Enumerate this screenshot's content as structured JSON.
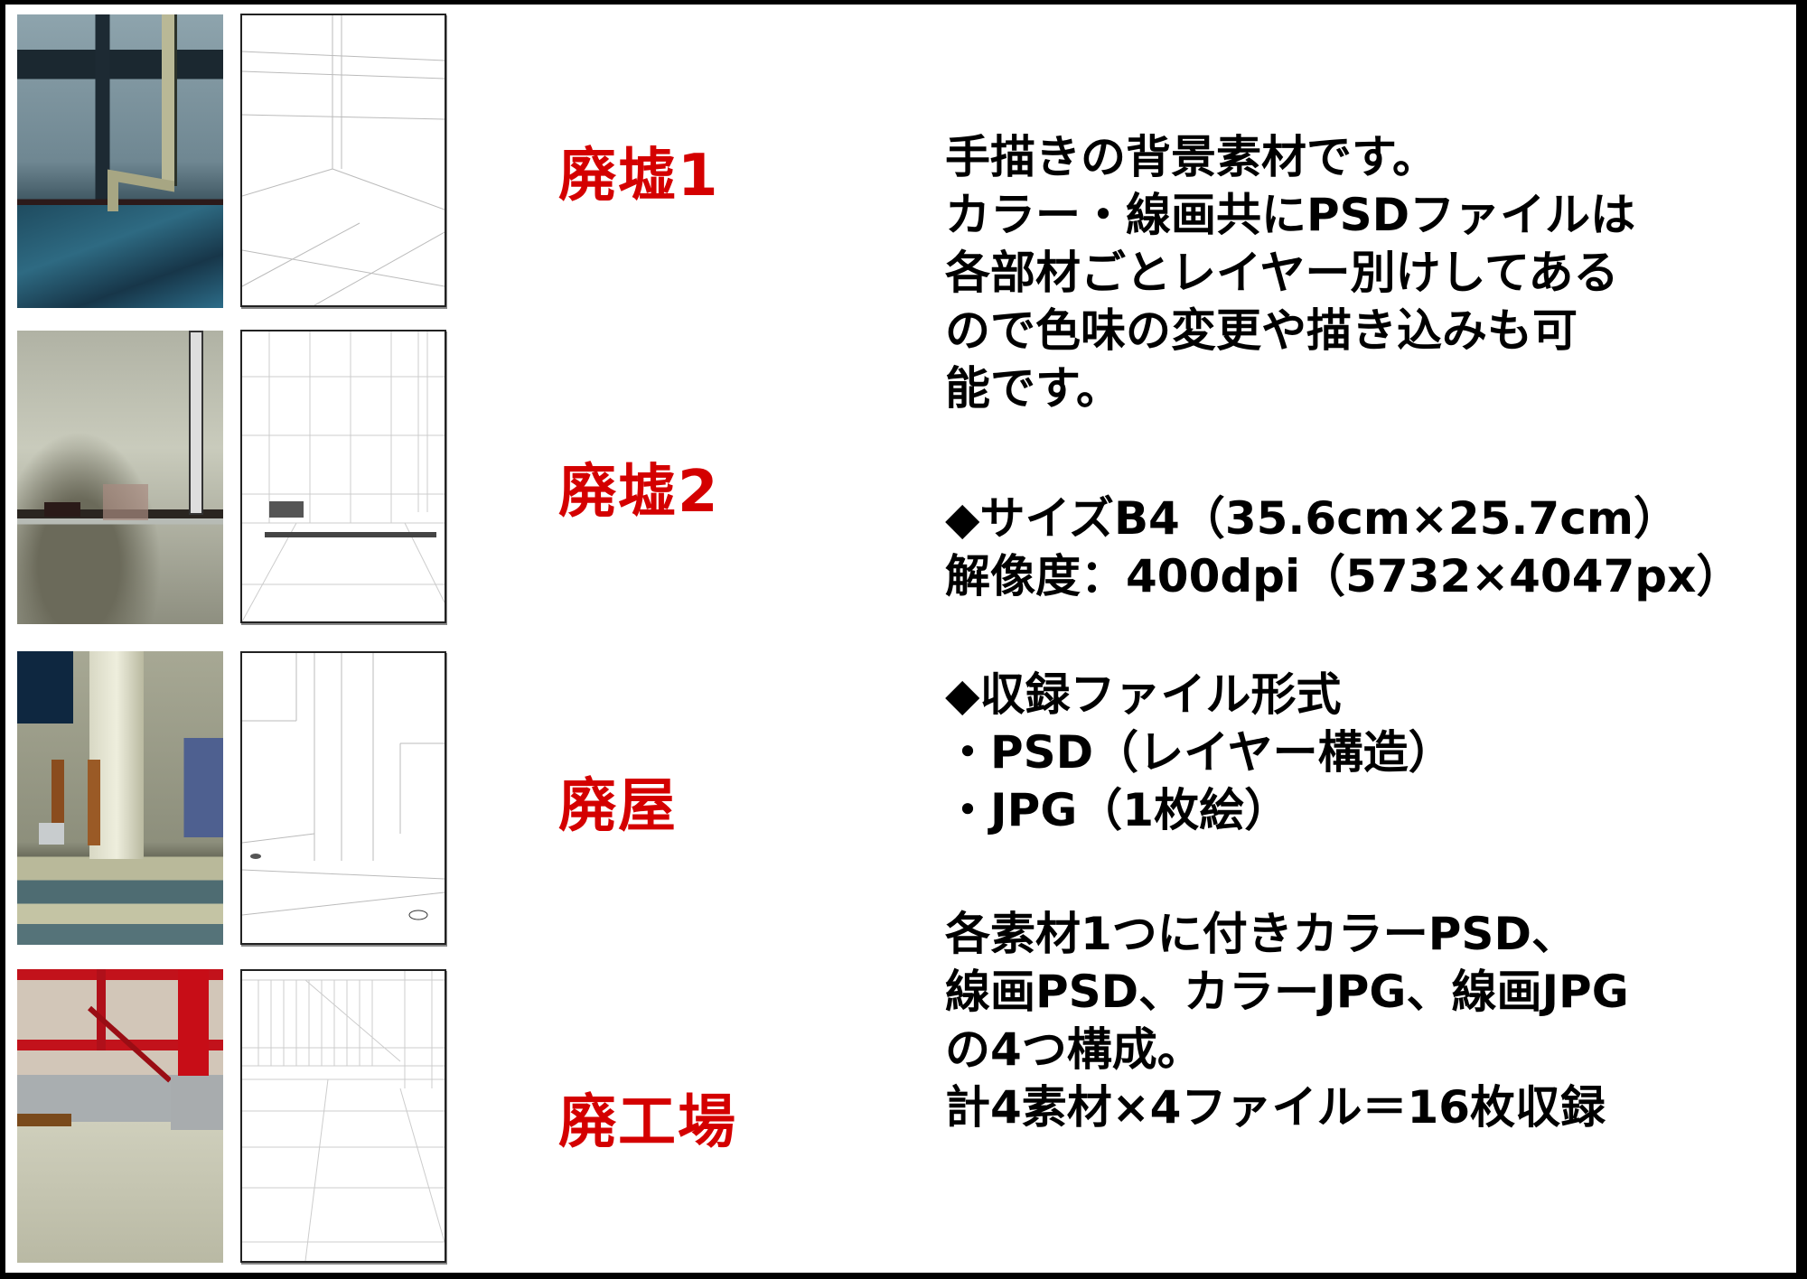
{
  "materials": [
    {
      "label": "廃墟1",
      "color_thumb": "ruins-1-color-thumbnail",
      "line_thumb": "ruins-1-lineart-thumbnail"
    },
    {
      "label": "廃墟2",
      "color_thumb": "ruins-2-color-thumbnail",
      "line_thumb": "ruins-2-lineart-thumbnail"
    },
    {
      "label": "廃屋",
      "color_thumb": "abandoned-house-color-thumbnail",
      "line_thumb": "abandoned-house-lineart-thumbnail"
    },
    {
      "label": "廃工場",
      "color_thumb": "abandoned-factory-color-thumbnail",
      "line_thumb": "abandoned-factory-lineart-thumbnail"
    }
  ],
  "description": {
    "intro": [
      "手描きの背景素材です。",
      "カラー・線画共にPSDファイルは",
      "各部材ごとレイヤー別けしてある",
      "ので色味の変更や描き込みも可",
      "能です。"
    ],
    "size": [
      "◆サイズB4（35.6cm×25.7cm）",
      "解像度：400dpi（5732×4047px）"
    ],
    "formats": [
      "◆収録ファイル形式",
      "・PSD（レイヤー構造）",
      "・JPG（1枚絵）"
    ],
    "contents": [
      "各素材1つに付きカラーPSD、",
      "線画PSD、カラーJPG、線画JPG",
      "の4つ構成。",
      "計4素材×4ファイル＝16枚収録"
    ]
  },
  "colors": {
    "label_red": "#d40000",
    "text": "#000000",
    "frame": "#000000",
    "background": "#ffffff"
  }
}
